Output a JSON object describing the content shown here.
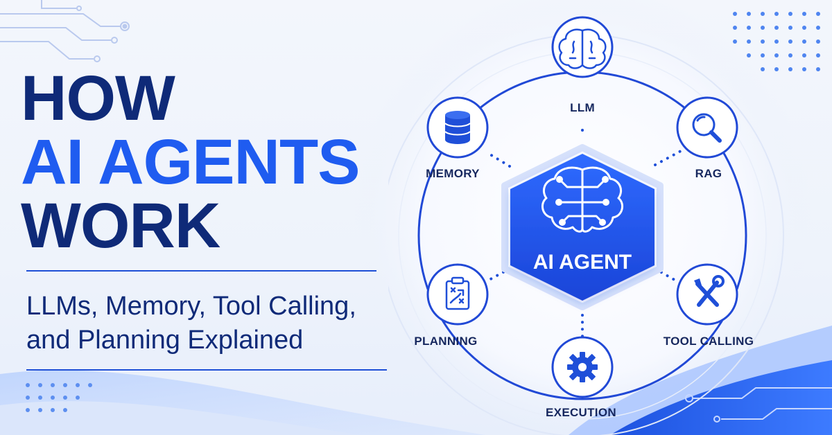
{
  "headline": {
    "line1": "HOW",
    "line2": "AI AGENTS",
    "line3": "WORK"
  },
  "subtitle": {
    "line1": "LLMs, Memory, Tool Calling,",
    "line2": "and Planning Explained"
  },
  "diagram": {
    "center": {
      "label": "AI AGENT",
      "icon": "brain-circuit-icon"
    },
    "nodes": [
      {
        "key": "llm",
        "label": "LLM",
        "icon": "brain-icon"
      },
      {
        "key": "rag",
        "label": "RAG",
        "icon": "magnifier-icon"
      },
      {
        "key": "tool",
        "label": "TOOL CALLING",
        "icon": "wrench-screwdriver-icon"
      },
      {
        "key": "execution",
        "label": "EXECUTION",
        "icon": "gear-icon"
      },
      {
        "key": "planning",
        "label": "PLANNING",
        "icon": "clipboard-plan-icon"
      },
      {
        "key": "memory",
        "label": "MEMORY",
        "icon": "database-icon"
      }
    ]
  },
  "colors": {
    "navy": "#0f2a78",
    "accent": "#1f5cf0",
    "hex_fill": "#1d4fe6",
    "ring": "#2149d6"
  }
}
